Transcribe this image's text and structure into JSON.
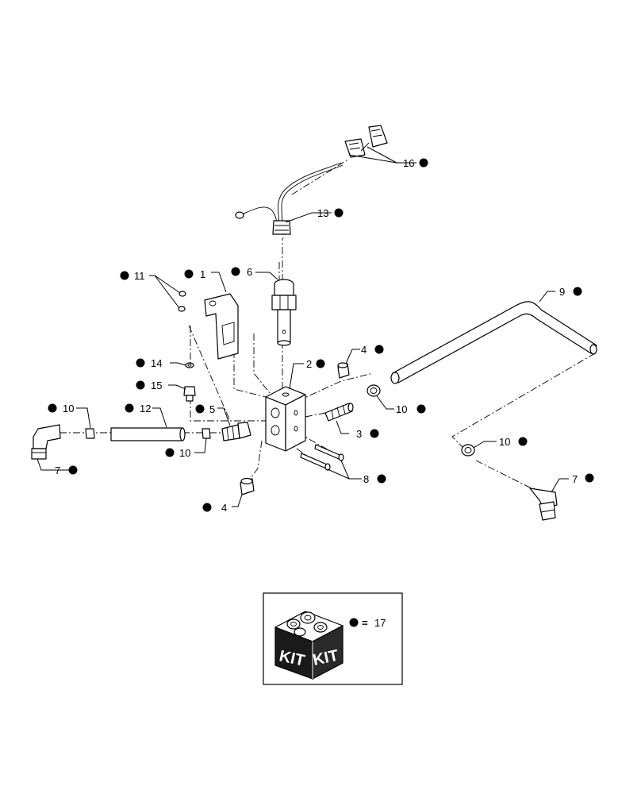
{
  "callouts": {
    "c1": "1",
    "c2": "2",
    "c3": "3",
    "c4a": "4",
    "c4b": "4",
    "c5": "5",
    "c6": "6",
    "c7a": "7",
    "c7b": "7",
    "c8": "8",
    "c9": "9",
    "c10a": "10",
    "c10b": "10",
    "c10c": "10",
    "c10d": "10",
    "c11": "11",
    "c12": "12",
    "c13": "13",
    "c14": "14",
    "c15": "15",
    "c16": "16"
  },
  "legend": {
    "kit_word_left": "KIT",
    "kit_word_right": "KIT",
    "equals": "=",
    "kit_number": "17"
  }
}
